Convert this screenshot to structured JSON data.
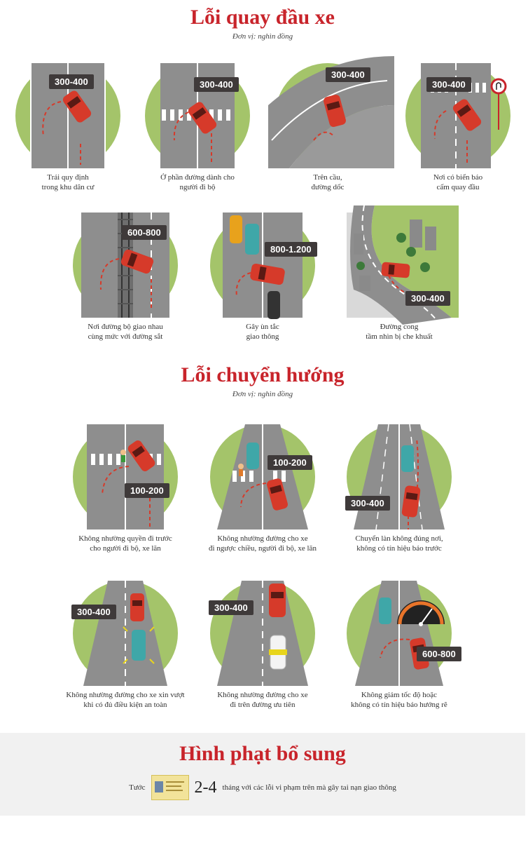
{
  "sections": {
    "uturn": {
      "title": "Lỗi quay đầu xe",
      "unit": "Đơn vị: nghìn đồng"
    },
    "turning": {
      "title": "Lỗi chuyển hướng",
      "unit": "Đơn vị: nghìn đồng"
    },
    "extra": {
      "title": "Hình phạt bổ sung"
    }
  },
  "uturn_items": [
    {
      "fine": "300-400",
      "caption": "Trái quy định\ntrong khu dân cư"
    },
    {
      "fine": "300-400",
      "caption": "Ở phần đường dành cho\nngười đi bộ"
    },
    {
      "fine": "300-400",
      "caption": "Trên cầu,\nđường dốc"
    },
    {
      "fine": "300-400",
      "caption": "Nơi có biển báo\ncấm quay đầu"
    },
    {
      "fine": "600-800",
      "caption": "Nơi đường bộ giao nhau\ncùng mức với đường sắt"
    },
    {
      "fine": "800-1.200",
      "caption": "Gây ùn tắc\ngiao thông"
    },
    {
      "fine": "300-400",
      "caption": "Đường cong\ntầm nhìn bị che khuất"
    }
  ],
  "turning_items": [
    {
      "fine": "100-200",
      "caption": "Không nhường quyền đi trước\ncho người đi bộ, xe lăn"
    },
    {
      "fine": "100-200",
      "caption": "Không nhường đường cho xe\nđi ngược chiều, người đi bộ, xe lăn"
    },
    {
      "fine": "300-400",
      "caption": "Chuyển làn không đúng nơi,\nkhông có tín hiệu báo trước"
    },
    {
      "fine": "300-400",
      "caption": "Không nhường đường cho xe xin vượt\nkhi có đủ điều kiện an toàn"
    },
    {
      "fine": "300-400",
      "caption": "Không nhường đường cho xe\nđi trên đường ưu tiên"
    },
    {
      "fine": "600-800",
      "caption": "Không giảm tốc độ hoặc\nkhông có tín hiệu báo hướng rẽ"
    }
  ],
  "penalty": {
    "prefix": "Tước",
    "months": "2-4",
    "suffix": "tháng với các lỗi vi phạm trên mà gây tai nạn giao thông"
  },
  "colors": {
    "title_red": "#c8242b",
    "badge_bg": "#3f3a3a",
    "grass": "#a4c46a",
    "road": "#8e8e8e",
    "car": "#d63a2a"
  }
}
